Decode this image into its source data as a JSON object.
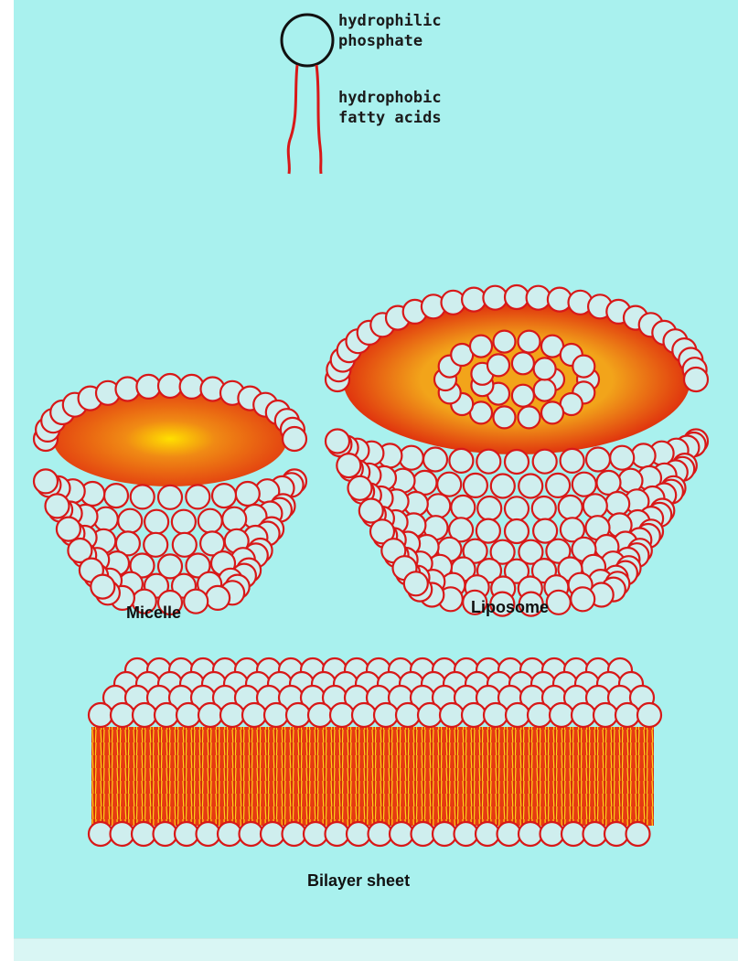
{
  "legend": {
    "head_label": "hydrophilic\nphosphate",
    "tail_label": "hydrophobic\nfatty acids"
  },
  "captions": {
    "micelle": "Micelle",
    "liposome": "Liposome",
    "bilayer": "Bilayer sheet"
  },
  "colors": {
    "background": "#a9f1ee",
    "head_fill": "#cfeeee",
    "head_stroke": "#d81818",
    "tail_stroke": "#d81818",
    "core_red": "#e8360e",
    "core_yellow": "#ffe000"
  }
}
